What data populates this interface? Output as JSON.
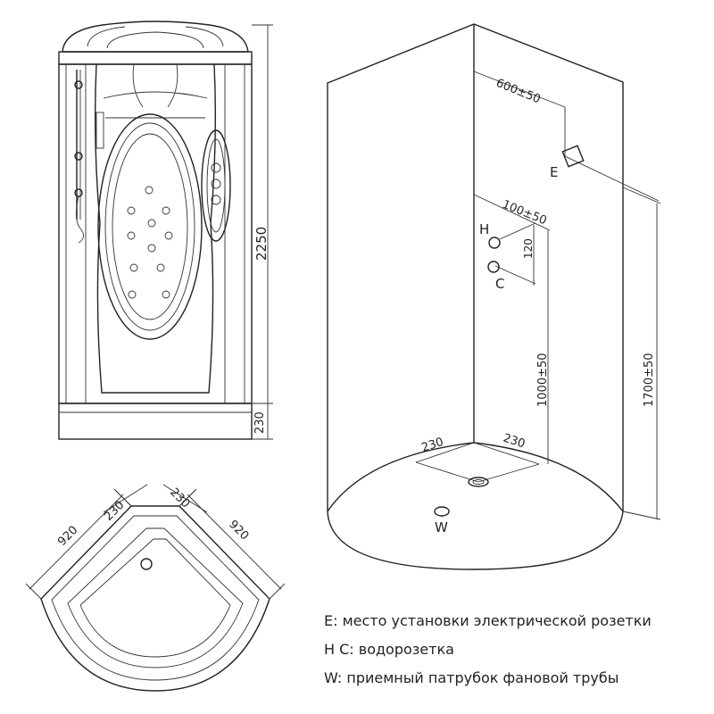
{
  "front_view": {
    "height_total": "2250",
    "tray_height": "230"
  },
  "plan_view": {
    "left_side": "920",
    "right_side": "920",
    "left_corner": "230",
    "right_corner": "230"
  },
  "perspective_view": {
    "socket_offset": "600±50",
    "socket_letter": "E",
    "outlet_offset": "100±50",
    "outlet_spacing": "120",
    "outlet_h_letter": "H",
    "outlet_c_letter": "C",
    "outlet_height": "1000±50",
    "socket_height": "1700±50",
    "drain_left": "230",
    "drain_right": "230",
    "drain_letter": "W"
  },
  "legend": {
    "e": "E: место установки электрической розетки",
    "hc": "H   C: водорозетка",
    "w": "W: приемный патрубок  фановой трубы"
  }
}
